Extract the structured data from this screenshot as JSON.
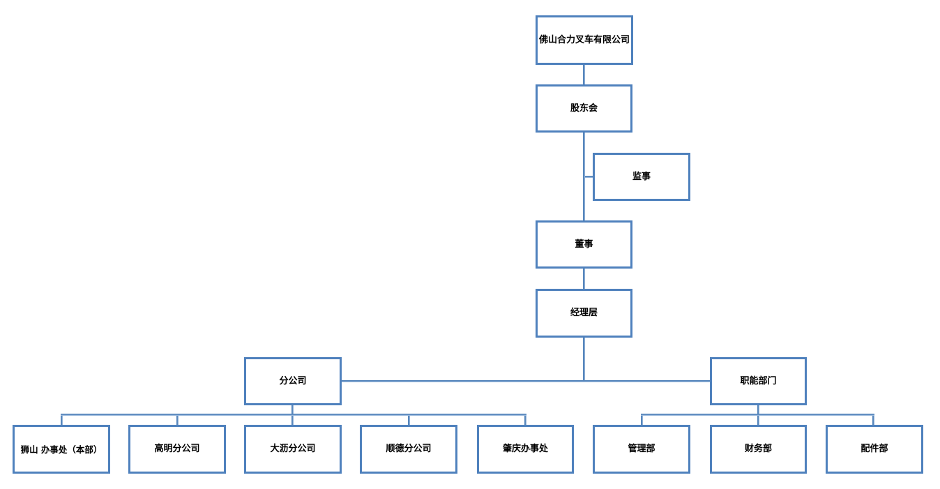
{
  "org_chart": {
    "nodes": {
      "company": "佛山合力叉车有限公司",
      "shareholders": "股东会",
      "supervisor": "监事",
      "director": "董事",
      "management": "经理层",
      "branch_group": "分公司",
      "functional_group": "职能部门",
      "branch_children": [
        "狮山 办事处（本部）",
        "高明分公司",
        "大沥分公司",
        "顺德分公司",
        "肇庆办事处"
      ],
      "functional_children": [
        "管理部",
        "财务部",
        "配件部"
      ]
    },
    "hierarchy": {
      "root": "company",
      "company_reports": [
        "shareholders"
      ],
      "shareholders_reports": [
        "supervisor",
        "director"
      ],
      "director_reports": [
        "management"
      ],
      "management_reports": [
        "branch_group",
        "functional_group"
      ]
    },
    "colors": {
      "box_border": "#4f81bd",
      "connector": "#5585bb",
      "connector_light": "#b5cde8",
      "text": "#000000",
      "background": "#ffffff"
    }
  }
}
